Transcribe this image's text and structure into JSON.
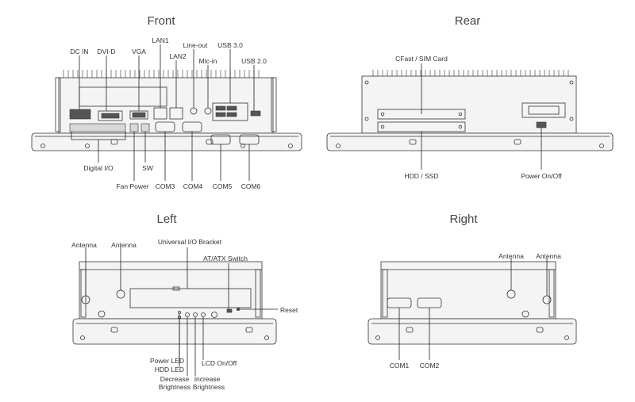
{
  "views": {
    "front": {
      "title": "Front",
      "labels": {
        "dc_in": "DC IN",
        "dvi_d": "DVI-D",
        "vga": "VGA",
        "lan1": "LAN1",
        "lan2": "LAN2",
        "line_out": "Line-out",
        "mic_in": "Mic-in",
        "usb3": "USB 3.0",
        "usb2": "USB 2.0",
        "digital_io": "Digital I/O",
        "fan_power": "Fan Power",
        "sw": "SW",
        "com3": "COM3",
        "com4": "COM4",
        "com5": "COM5",
        "com6": "COM6"
      }
    },
    "rear": {
      "title": "Rear",
      "labels": {
        "cfast": "CFast / SIM Card",
        "hdd": "HDD / SSD",
        "power": "Power On/Off"
      }
    },
    "left": {
      "title": "Left",
      "labels": {
        "antenna1": "Antenna",
        "antenna2": "Antenna",
        "bracket": "Universal I/O Bracket",
        "atatx": "AT/ATX Switch",
        "reset": "Reset",
        "power_led": "Power LED",
        "hdd_led": "HDD LED",
        "decrease": "Decrease",
        "decrease2": "Brightness",
        "increase": "Increase",
        "increase2": "Brightness",
        "lcd": "LCD On/Off"
      }
    },
    "right": {
      "title": "Right",
      "labels": {
        "antenna1": "Antenna",
        "antenna2": "Antenna",
        "com1": "COM1",
        "com2": "COM2"
      }
    }
  }
}
